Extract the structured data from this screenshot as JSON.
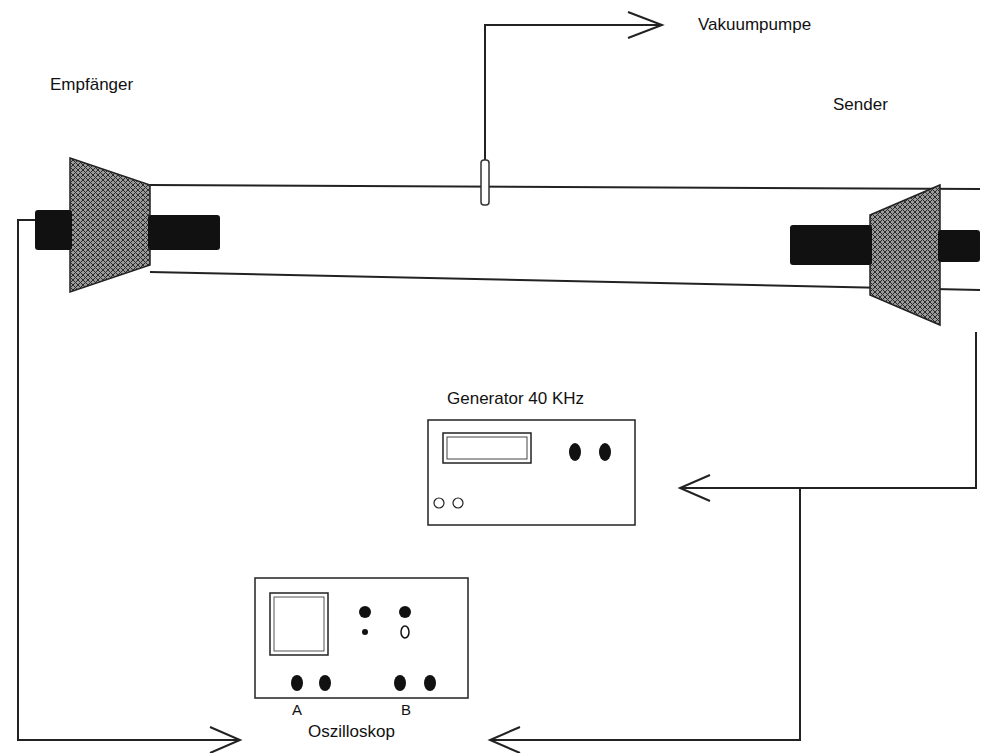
{
  "diagram": {
    "nodes": [
      {
        "text": [
          "Empfänger"
        ]
      },
      {
        "text": [
          "Sender"
        ]
      },
      {
        "text": [
          "Generator 40 KHz"
        ]
      },
      {
        "text": [
          "Oszilloskop"
        ]
      }
    ],
    "edges": [
      {
        "from": 0,
        "to": 3,
        "arrow": "to"
      },
      {
        "from": 1,
        "to": 2,
        "arrow": "to"
      },
      {
        "from": 1,
        "to": 3,
        "arrow": "to"
      }
    ],
    "labels": [
      "Vakuumpumpe",
      "A",
      "B"
    ]
  }
}
